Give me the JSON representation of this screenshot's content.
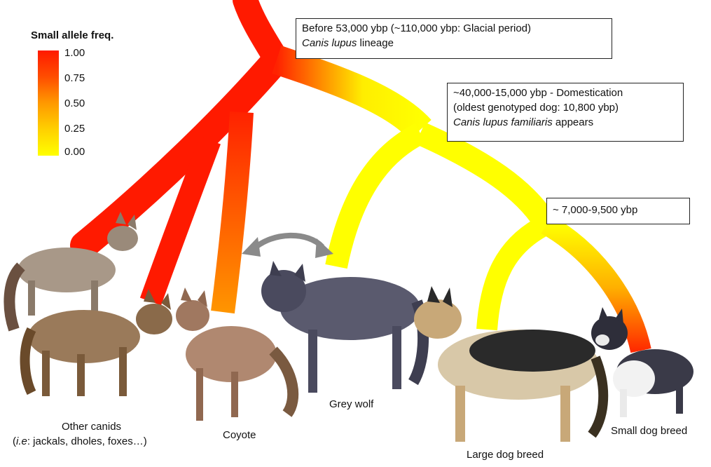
{
  "legend": {
    "title": "Small allele freq.",
    "ticks": [
      "1.00",
      "0.75",
      "0.50",
      "0.25",
      "0.00"
    ],
    "gradient_colors": [
      "#ff1a00",
      "#ff4d00",
      "#ff9900",
      "#ffd000",
      "#ffff00"
    ]
  },
  "boxes": {
    "root": {
      "line1": "Before 53,000 ybp (~110,000 ybp: Glacial period)",
      "line2_italic": "Canis lupus",
      "line2_rest": " lineage"
    },
    "domestication": {
      "line1": "~40,000-15,000 ybp - Domestication",
      "line2": "(oldest genotyped dog: 10,800 ybp)",
      "line3_italic": "Canis lupus familiaris",
      "line3_rest": " appears"
    },
    "split": {
      "line1": "~ 7,000-9,500 ybp"
    }
  },
  "labels": {
    "other_canids_line1": "Other canids",
    "other_canids_line2_prefix": "(",
    "other_canids_line2_italic": "i.e",
    "other_canids_line2_rest": ": jackals, dholes, foxes…)",
    "coyote": "Coyote",
    "grey_wolf": "Grey wolf",
    "large_dog": "Large dog breed",
    "small_dog": "Small dog breed"
  },
  "icons": {
    "animals": [
      "jackal-icon",
      "dhole-icon",
      "coyote-icon",
      "grey-wolf-icon",
      "german-shepherd-icon",
      "boston-terrier-icon"
    ],
    "arrow": "double-arrow-icon"
  },
  "colors": {
    "red": "#ff1a00",
    "orange": "#ff8800",
    "yellow": "#ffff00",
    "arrow_grey": "#8a8a8a"
  }
}
